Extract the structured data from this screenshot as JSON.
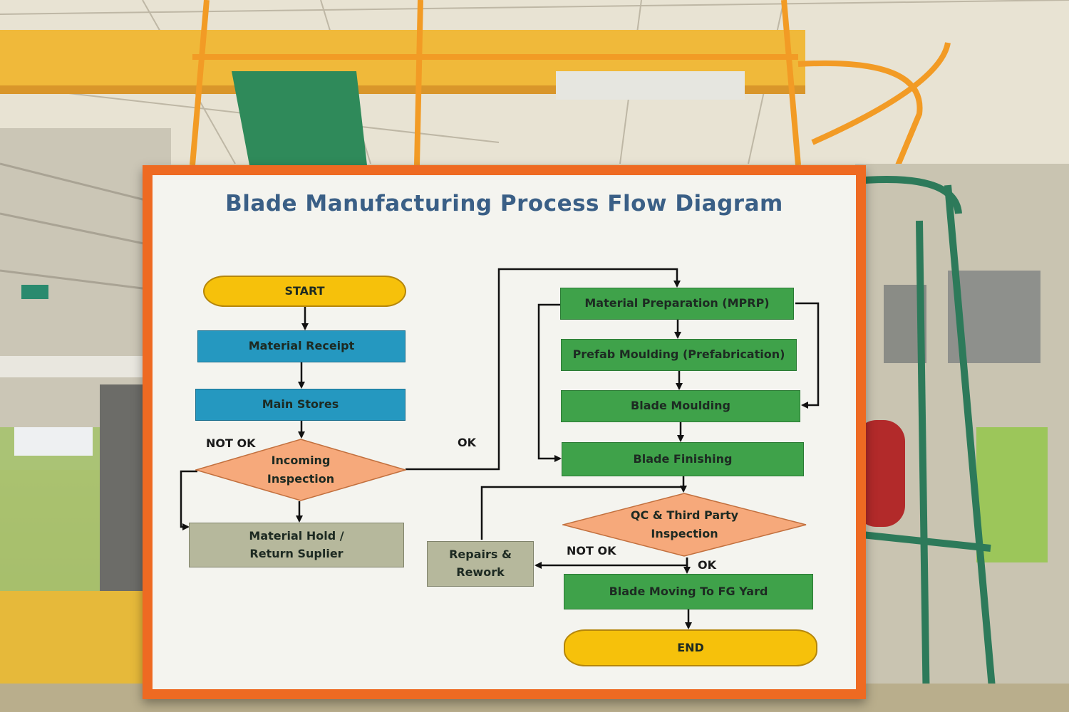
{
  "board": {
    "title": "Blade Manufacturing Process Flow Diagram"
  },
  "nodes": {
    "start": "START",
    "material_receipt": "Material Receipt",
    "main_stores": "Main Stores",
    "incoming_inspection": "Incoming\nInspection",
    "material_hold": "Material Hold /\nReturn  Suplier",
    "material_preparation": "Material Preparation (MPRP)",
    "prefab_moulding": "Prefab Moulding (Prefabrication)",
    "blade_moulding": "Blade Moulding",
    "blade_finishing": "Blade Finishing",
    "qc_inspection": "QC & Third Party\nInspection",
    "repairs_rework": "Repairs &\nRework",
    "blade_moving": "Blade Moving To FG Yard",
    "end": "END"
  },
  "edge_labels": {
    "not_ok_incoming": "NOT OK",
    "ok_incoming": "OK",
    "not_ok_qc": "NOT OK",
    "ok_qc": "OK"
  },
  "colors": {
    "board_frame": "#ee6a22",
    "title": "#3a5f86",
    "terminal": "#f6c10b",
    "store_step": "#2598c0",
    "production_step": "#3fa24a",
    "decision": "#f6a97b",
    "hold_step": "#b6b89c"
  }
}
